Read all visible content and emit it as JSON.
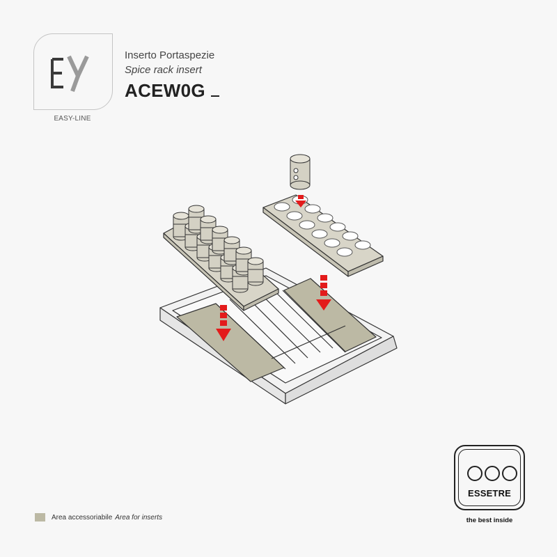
{
  "brand": {
    "logo_letters": "EY",
    "label": "EASY-LINE"
  },
  "product": {
    "name_it": "Inserto Portaspezie",
    "name_en": "Spice rack insert",
    "code": "ACEW0G"
  },
  "legend": {
    "label_it": "Area accessoriabile",
    "label_en": "Area for inserts",
    "swatch_color": "#bcb9a4"
  },
  "manufacturer": {
    "name": "ESSETRE",
    "tagline": "the best inside"
  },
  "colors": {
    "arrow": "#e31b1b",
    "insert_area": "#bcb9a4",
    "jar": "#d4d1c4"
  }
}
